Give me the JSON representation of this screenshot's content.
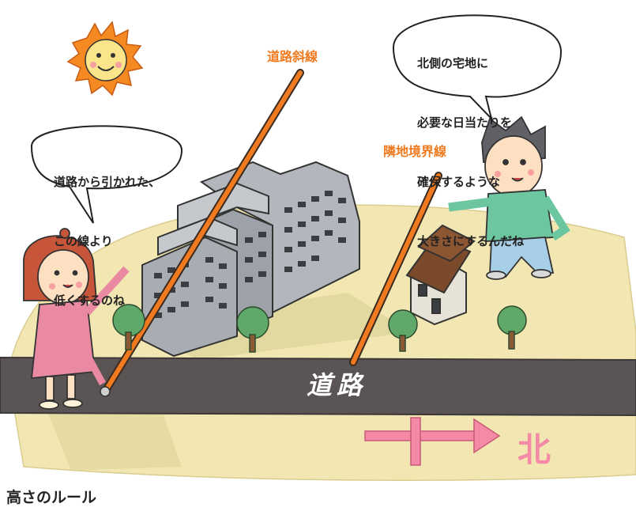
{
  "bubbles": {
    "girl": [
      "道路から引かれた、",
      "この線より",
      "低くするのね"
    ],
    "boy": [
      "北側の宅地に",
      "必要な日当たりを",
      "確保するような",
      "大きさにするんだね"
    ]
  },
  "labels": {
    "road_slope": "道路斜線",
    "boundary": "隣地境界線",
    "road": "道路",
    "north": "北"
  },
  "caption": "高さのルール",
  "colors": {
    "line_accent": "#f07a20",
    "road": "#5b5454",
    "ground": "#f2e7b2",
    "north_arrow": "#f48aa5"
  }
}
